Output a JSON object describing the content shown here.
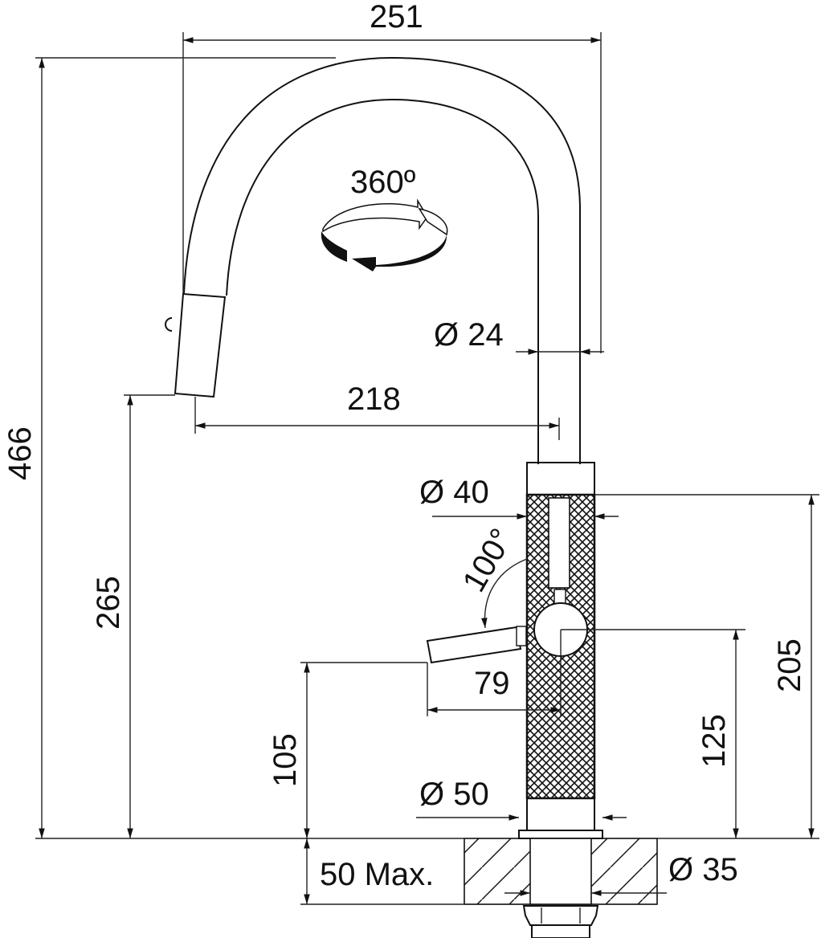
{
  "drawing": {
    "subject": "Kitchen faucet with pull-out spout",
    "units": "mm",
    "background": "#ffffff",
    "line_color": "#111111"
  },
  "dimensions": {
    "overall_width": "251",
    "overall_height": "466",
    "spout_reach": "218",
    "spout_outlet_height": "265",
    "spout_diameter": "Ø 24",
    "body_diameter": "Ø 40",
    "base_diameter": "Ø 50",
    "shank_diameter": "Ø 35",
    "body_height": "205",
    "lever_axis_height": "125",
    "lever_tip_height": "105",
    "lever_length": "79",
    "lever_angle": "100°",
    "rotation": "360º",
    "counter_thickness": "50 Max."
  }
}
